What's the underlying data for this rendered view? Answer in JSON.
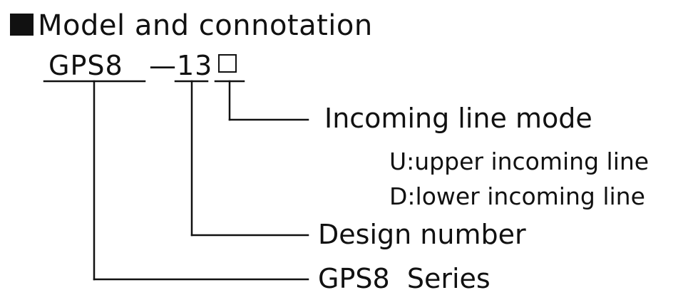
{
  "heading": {
    "icon": "filled-square-icon",
    "text": "Model and connotation"
  },
  "model_code": {
    "series": "GPS8",
    "dash": "—",
    "design_number": "13",
    "blank_field": "empty-box-icon"
  },
  "labels": {
    "incoming_line_mode": "Incoming line mode",
    "options": [
      "U:upper incoming line",
      "D:lower incoming line"
    ],
    "design_number": "Design number",
    "series": "GPS8  Series"
  },
  "colors": {
    "ink": "#111111",
    "background": "#ffffff"
  }
}
